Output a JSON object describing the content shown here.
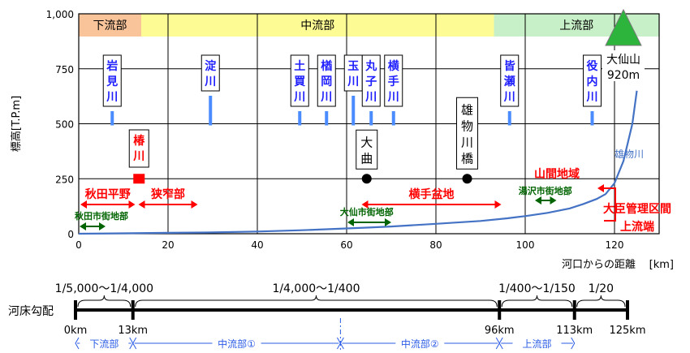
{
  "chart_data": {
    "type": "line",
    "xlabel": "河口からの距離",
    "xunit": "[km]",
    "ylabel": "標高[T.P.m]",
    "xlim": [
      0,
      130
    ],
    "ylim": [
      0,
      1000
    ],
    "x_ticks": [
      "0",
      "20",
      "40",
      "60",
      "80",
      "100",
      "120"
    ],
    "y_ticks": [
      "0",
      "250",
      "500",
      "750",
      "1,000"
    ],
    "grid": true,
    "series": [
      {
        "name": "雄物川",
        "color": "#4472c4",
        "x": [
          0,
          10,
          20,
          30,
          40,
          50,
          60,
          65,
          70,
          80,
          90,
          96,
          100,
          105,
          110,
          113,
          116,
          118,
          120,
          122,
          124,
          125
        ],
        "y": [
          0,
          2,
          4,
          6,
          10,
          16,
          24,
          28,
          33,
          45,
          58,
          70,
          80,
          95,
          115,
          135,
          158,
          180,
          230,
          330,
          500,
          650
        ]
      }
    ],
    "sections": [
      {
        "label": "下流部",
        "x0": 0,
        "x1": 14,
        "color": "#f9c49a"
      },
      {
        "label": "中流部",
        "x0": 14,
        "x1": 93,
        "color": "#fdfb94"
      },
      {
        "label": "上流部",
        "x0": 93,
        "x1": 130,
        "color": "#c8f0c8"
      }
    ],
    "tributaries": [
      {
        "name": "岩見川",
        "x": 7.5,
        "chars": [
          "岩",
          "見",
          "川"
        ]
      },
      {
        "name": "淀川",
        "x": 29.5,
        "chars": [
          "淀",
          "川"
        ]
      },
      {
        "name": "土買川",
        "x": 49.5,
        "chars": [
          "土",
          "買",
          "川"
        ]
      },
      {
        "name": "楢岡川",
        "x": 55.5,
        "chars": [
          "楢",
          "岡",
          "川"
        ]
      },
      {
        "name": "玉川",
        "x": 61.5,
        "chars": [
          "玉",
          "川"
        ]
      },
      {
        "name": "丸子川",
        "x": 65.5,
        "chars": [
          "丸",
          "子",
          "川"
        ]
      },
      {
        "name": "横手川",
        "x": 70.5,
        "chars": [
          "横",
          "手",
          "川"
        ]
      },
      {
        "name": "皆瀬川",
        "x": 96.5,
        "chars": [
          "皆",
          "瀬",
          "川"
        ]
      },
      {
        "name": "役内川",
        "x": 115,
        "chars": [
          "役",
          "内",
          "川"
        ]
      }
    ],
    "tsubakigawa": {
      "chars": [
        "椿",
        "川"
      ],
      "x": 13.5
    },
    "points": [
      {
        "label_chars": [
          "大",
          "曲"
        ],
        "x": 64.5,
        "y": 250
      },
      {
        "label_chars": [
          "雄",
          "物",
          "川",
          "橋"
        ],
        "x": 87,
        "y": 250
      }
    ],
    "summit": {
      "name": "大仙山",
      "elevation": "920m",
      "x": 122
    },
    "regions": [
      {
        "label": "秋田平野",
        "x0": 0,
        "x1": 13
      },
      {
        "label": "狭窄部",
        "x0": 13,
        "x1": 27
      },
      {
        "label": "横手盆地",
        "x0": 63,
        "x1": 95
      },
      {
        "label": "山間地域",
        "x0": 97,
        "x1": 113
      }
    ],
    "city_zones": [
      {
        "label": "秋田市街地部",
        "x0": 0,
        "x1": 6
      },
      {
        "label": "大仙市街地部",
        "x0": 60,
        "x1": 70
      },
      {
        "label": "湯沢市街地部",
        "x0": 102,
        "x1": 107
      }
    ],
    "upstream_end_label": [
      "大臣管理区間",
      "上流端"
    ],
    "gradient": {
      "label": "河床勾配",
      "ticks": [
        {
          "km": 0,
          "label": "0km"
        },
        {
          "km": 13,
          "label": "13km"
        },
        {
          "km": 96,
          "label": "96km"
        },
        {
          "km": 113,
          "label": "113km"
        },
        {
          "km": 125,
          "label": "125km"
        }
      ],
      "slopes": [
        {
          "label": "1/5,000～1/4,000",
          "x0": 0,
          "x1": 13
        },
        {
          "label": "1/4,000～1/400",
          "x0": 13,
          "x1": 96
        },
        {
          "label": "1/400～1/150",
          "x0": 96,
          "x1": 113
        },
        {
          "label": "1/20",
          "x0": 113,
          "x1": 125
        }
      ],
      "reaches": [
        {
          "label": "下流部",
          "x0": 0,
          "x1": 13
        },
        {
          "label": "中流部①",
          "x0": 13,
          "x1": 60
        },
        {
          "label": "中流部②",
          "x0": 60,
          "x1": 96
        },
        {
          "label": "上流部",
          "x0": 96,
          "x1": 113
        }
      ]
    }
  }
}
